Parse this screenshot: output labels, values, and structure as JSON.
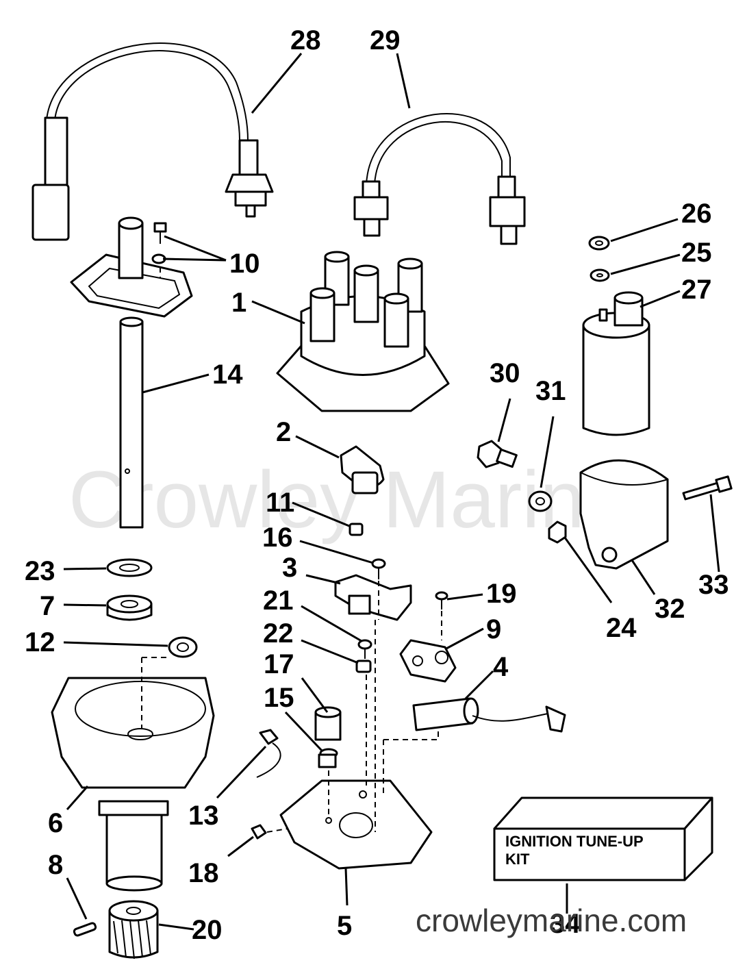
{
  "watermark": "Crowley Marine",
  "website": "crowleymarine.com",
  "kit_label": {
    "line1": "IGNITION TUNE-UP",
    "line2": "KIT"
  },
  "callouts": {
    "c1": "1",
    "c2": "2",
    "c3": "3",
    "c4": "4",
    "c5": "5",
    "c6": "6",
    "c7": "7",
    "c8": "8",
    "c9": "9",
    "c10": "10",
    "c11": "11",
    "c12": "12",
    "c13": "13",
    "c14": "14",
    "c15": "15",
    "c16": "16",
    "c17": "17",
    "c18": "18",
    "c19": "19",
    "c20": "20",
    "c21": "21",
    "c22": "22",
    "c23": "23",
    "c24": "24",
    "c25": "25",
    "c26": "26",
    "c27": "27",
    "c28": "28",
    "c29": "29",
    "c30": "30",
    "c31": "31",
    "c32": "32",
    "c33": "33",
    "c34": "34"
  }
}
